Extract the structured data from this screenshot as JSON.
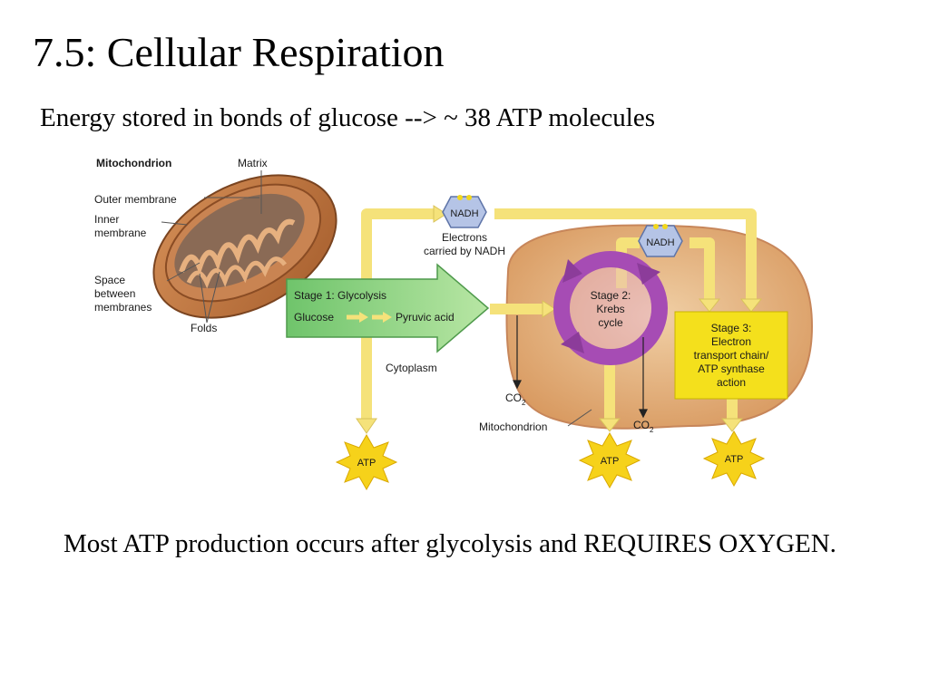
{
  "slide": {
    "title": "7.5: Cellular Respiration",
    "subtitle": "Energy stored in bonds of glucose --> ~ 38 ATP molecules",
    "note": "Most ATP production occurs after glycolysis and REQUIRES OXYGEN."
  },
  "diagram": {
    "mito": {
      "heading": "Mitochondrion",
      "matrix": "Matrix",
      "outer_membrane": "Outer membrane",
      "inner_1": "Inner",
      "inner_2": "membrane",
      "space_1": "Space",
      "space_2": "between",
      "space_3": "membranes",
      "folds": "Folds"
    },
    "nadh_top": "NADH",
    "nadh_mid": "NADH",
    "electrons_1": "Electrons",
    "electrons_2": "carried by NADH",
    "stage1": {
      "title": "Stage 1: Glycolysis",
      "glucose": "Glucose",
      "pyruvic": "Pyruvic acid"
    },
    "stage2": {
      "line1": "Stage 2:",
      "line2": "Krebs",
      "line3": "cycle"
    },
    "stage3": {
      "line1": "Stage 3:",
      "line2": "Electron",
      "line3": "transport chain/",
      "line4": "ATP synthase",
      "line5": "action"
    },
    "cytoplasm": "Cytoplasm",
    "mitochondrion_label": "Mitochondrion",
    "co2_main": "CO",
    "co2_sub": "2",
    "atp": "ATP",
    "colors": {
      "arrow_yellow": "#f5e27a",
      "stage1_green": "#8fd28a",
      "krebs_purple": "#a64cb4",
      "stage3_yellow": "#f4e01c",
      "mito_body": "#e7b98a",
      "atp_star": "#f6d21a"
    }
  }
}
